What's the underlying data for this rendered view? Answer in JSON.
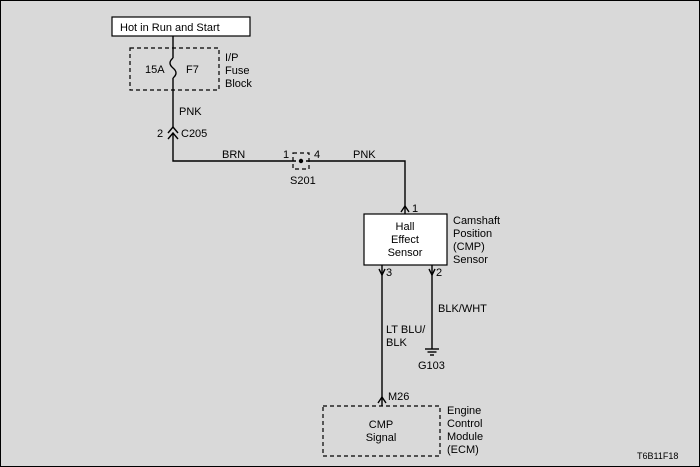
{
  "power_label": "Hot in Run and Start",
  "fuse": {
    "rating": "15A",
    "id": "F7",
    "block_name": [
      "I/P",
      "Fuse",
      "Block"
    ]
  },
  "wires": {
    "fuse_to_c205": "PNK",
    "c205_to_s201": "BRN",
    "s201_to_sensor": "PNK",
    "sensor_to_ecm": [
      "LT BLU/",
      "BLK"
    ],
    "sensor_to_ground": "BLK/WHT"
  },
  "connector_c205": {
    "name": "C205",
    "pin": "2"
  },
  "splice_s201": {
    "name": "S201",
    "pin_left": "1",
    "pin_right": "4"
  },
  "sensor": {
    "body": [
      "Hall",
      "Effect",
      "Sensor"
    ],
    "name": [
      "Camshaft",
      "Position",
      "(CMP)",
      "Sensor"
    ],
    "pin_power": "1",
    "pin_signal": "3",
    "pin_ground": "2"
  },
  "ground": {
    "name": "G103"
  },
  "ecm": {
    "connector": "M26",
    "signal": [
      "CMP",
      "Signal"
    ],
    "name": [
      "Engine",
      "Control",
      "Module",
      "(ECM)"
    ]
  },
  "figure_code": "T6B11F18"
}
